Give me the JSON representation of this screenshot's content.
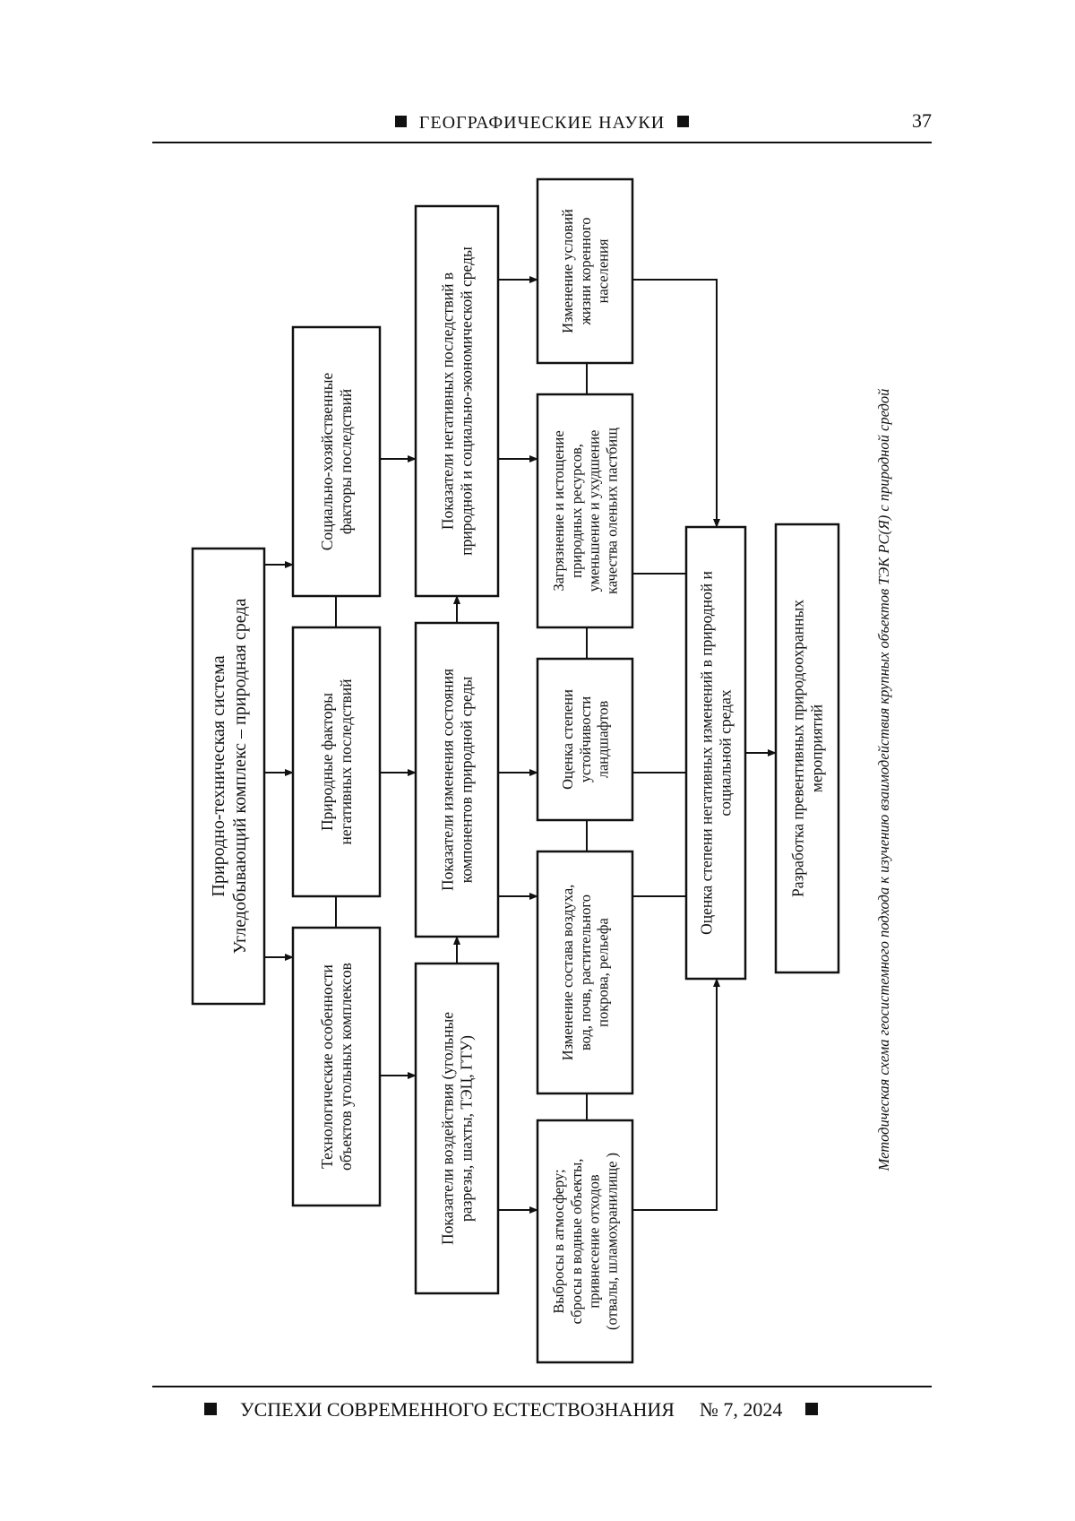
{
  "header": {
    "section_title": "ГЕОГРАФИЧЕСКИЕ НАУКИ",
    "page_number": "37"
  },
  "footer": {
    "journal_title": "УСПЕХИ СОВРЕМЕННОГО ЕСТЕСТВОЗНАНИЯ",
    "issue": "№ 7, 2024"
  },
  "figure": {
    "caption": "Методическая схема геосистемного подхода к изучению взаимодействия крупных объектов ТЭК РС(Я) с природной средой",
    "boxes": {
      "system": [
        "Природно-техническая система",
        "Угледобывающий комплекс – природная среда"
      ],
      "tech_features": [
        "Технологические особенности",
        "объектов угольных комплексов"
      ],
      "natural_factors": [
        "Природные факторы",
        "негативных последствий"
      ],
      "social_factors": [
        "Социально-хозяйственные",
        "факторы последствий"
      ],
      "impact_indicators": [
        "Показатели воздействия (угольные",
        "разрезы, шахты, ТЭЦ, ГТУ)"
      ],
      "state_indicators": [
        "Показатели изменения состояния",
        "компонентов природной среды"
      ],
      "negative_indicators": [
        "Показатели негативных последствий в",
        "природной и социально-экономической среды"
      ],
      "emissions": [
        "Выбросы в атмосферу;",
        "сбросы в водные объекты,",
        "привнесение отходов",
        "(отвалы, шламохранилище )"
      ],
      "composition_change": [
        "Изменение состава воздуха,",
        "вод, почв, растительного",
        "покрова, рельефа"
      ],
      "landscape_stability": [
        "Оценка степени",
        "устойчивости",
        "ландшафтов"
      ],
      "pollution": [
        "Загрязнение и истощение",
        "природных ресурсов,",
        "уменьшение и ухудшение",
        "качества оленьих пастбищ"
      ],
      "living_conditions": [
        "Изменение условий",
        "жизни коренного",
        "населения"
      ],
      "assessment": [
        "Оценка степени негативных изменений в природной и",
        "социальной средах"
      ],
      "measures": [
        "Разработка превентивных природоохранных",
        "мероприятий"
      ]
    }
  }
}
